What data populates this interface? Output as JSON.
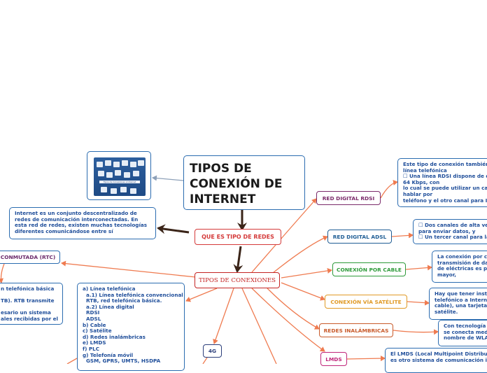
{
  "title": "TIPOS DE\nCONEXIÓN DE\nINTERNET",
  "thumbnail_caption": "Tipos de Conexiones a Internet",
  "nodes": {
    "que_es": "QUE ES TIPO DE REDES",
    "tipos": "TIPOS DE CONEXIONES",
    "rtc": "CONMUTADA (RTC)",
    "rdsi": "RED DIGITAL RDSI",
    "adsl": "RED DIGITAL ADSL",
    "cable": "CONEXIÓN POR CABLE",
    "satelite": "CONEXIÓN VÍA SATÉLITE",
    "inalambricas": "REDES INALÁMBRICAS",
    "lmds": "LMDS",
    "g4": "4G"
  },
  "texts": {
    "internet_def": "Internet es un conjunto descentralizado de\nredes de comunicación interconectadas. En\nesta red de redes, existen muchas tecnologías\ndiferentes comunicándose entre sí",
    "list": "a) Línea telefónica\n  a.1) Línea telefónica convencional\n  RTB, red telefónica básica.\n  a.2) Línea digital\n  RDSI\n  ADSL\nb) Cable\nc) Satélite\nd) Redes inalámbricas\ne) LMDS\nf) PLC\ng) Telefonía móvil\n  GSM, GPRS, UMTS, HSDPA",
    "rtc_desc": "n telefónica básica\n\nTB). RTB transmite\n\nesario un sistema\nales recibidas por el",
    "rdsi_desc": "Este tipo de conexión también\nlínea telefónica\n☐ Una línea RDSI dispone de d\n64 Kbps, con\nlo cual se puede utilizar un can\nhablar por\nteléfono y el otro canal para In",
    "adsl_desc": "☐ Dos canales de alta veloc\npara enviar datos, y\n☐ Un tercer canal para la co",
    "cable_desc": "La conexión por ca\ntransmisión de da\nde eléctricas es po\nmayor,",
    "satelite_desc": "Hay que tener insta\ntelefónico a Interne\ncable), una tarjeta\nsatélite.",
    "inalambricas_desc": "Con tecnología i\nse conecta med\nnombre de WLA",
    "lmds_desc": "El LMDS (Local Multipoint Distribut\nes otro sistema de comunicación in"
  },
  "colors": {
    "edge": "#ef7b50",
    "arrow": "#3a2418",
    "text_blue": "#1f4e9a",
    "border_blue": "#2b6cb0",
    "que_es": "#d43a3a",
    "tipos": "#c42424",
    "rdsi": "#7b2a6a",
    "adsl": "#1f5d94",
    "cable": "#2e9a3a",
    "satelite": "#e09a26",
    "inalambricas": "#c85a2a",
    "lmds": "#c0257a",
    "rtc": "#6b2a6b",
    "g4": "#2b3e7a"
  }
}
